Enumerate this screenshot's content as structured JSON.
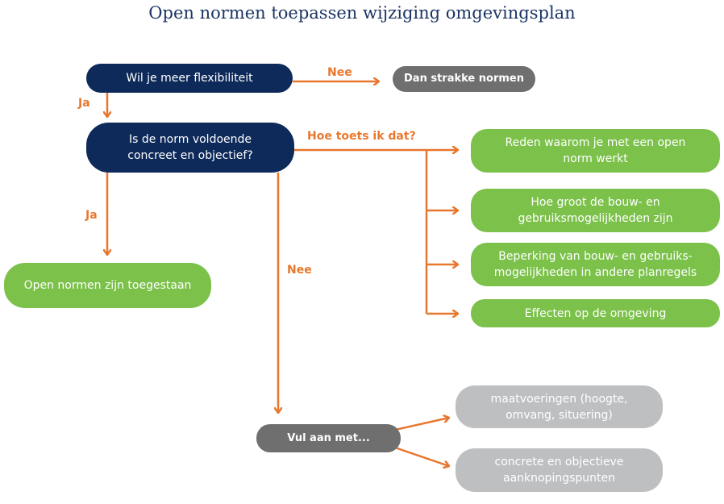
{
  "title": "Open normen toepassen wijziging omgevingsplan",
  "nodes": {
    "q1": "Wil je meer flexibiliteit",
    "strict": "Dan strakke normen",
    "q2": "Is de norm voldoende concreet en objectief?",
    "allowed": "Open normen zijn toegestaan",
    "check1": "Reden waarom je met een open norm werkt",
    "check2": "Hoe groot de bouw- en gebruiksmogelijkheden zijn",
    "check3": "Beperking van bouw- en gebruiks-mogelijkheden in andere planregels",
    "check4": "Effecten op de omgeving",
    "supplement": "Vul aan met...",
    "sup1": "maatvoeringen (hoogte, omvang, situering)",
    "sup2": "concrete en objectieve aanknopingspunten"
  },
  "labels": {
    "nee1": "Nee",
    "ja1": "Ja",
    "how": "Hoe toets ik dat?",
    "ja2": "Ja",
    "nee2": "Nee"
  },
  "colors": {
    "navy": "#0e2a5a",
    "green": "#7bc14a",
    "orange": "#e8772e",
    "dark_gray": "#6f6f6f",
    "light_gray": "#bdbfc1"
  }
}
